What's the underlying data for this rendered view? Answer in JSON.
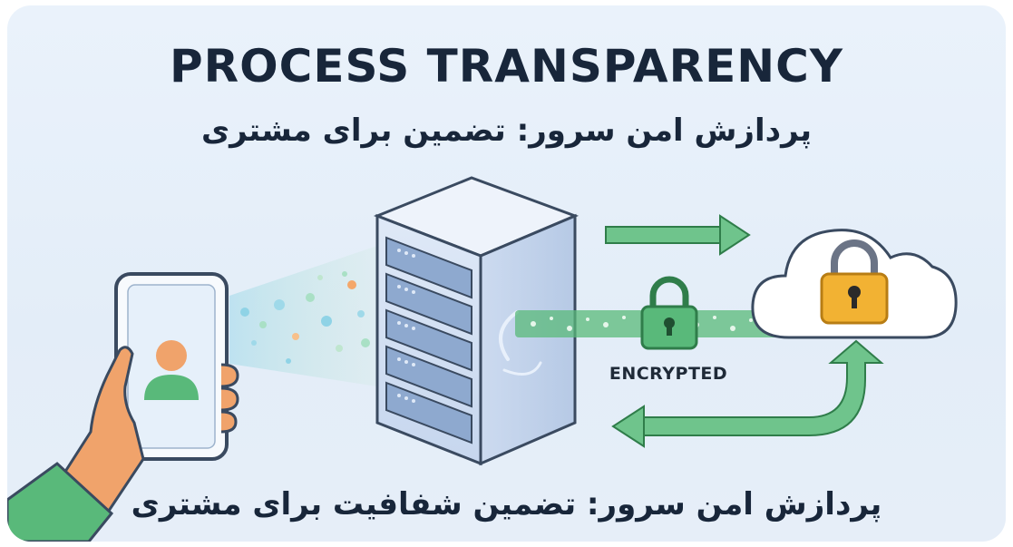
{
  "header": {
    "title": "PROCESS TRANSPARENCY",
    "subtitle": "پردازش امن سرور: تضمین  برای مشتری"
  },
  "diagram": {
    "encrypted_label": "ENCRYPTED",
    "nodes": {
      "phone": "user-phone",
      "server": "server-rack",
      "cloud": "secure-cloud"
    }
  },
  "footer": {
    "caption": "پردازش امن سرور: تضمین شفافیت برای مشتری"
  },
  "colors": {
    "navy": "#18263a",
    "green": "#59b97a",
    "green_dark": "#2f7d4a",
    "lock_gold": "#f2b233",
    "server_blue": "#9fb9db",
    "skin": "#f0a36b"
  }
}
